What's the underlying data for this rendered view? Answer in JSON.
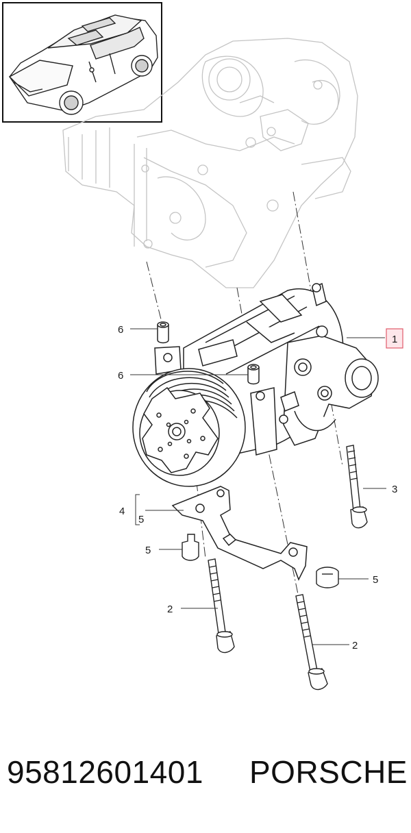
{
  "callouts": {
    "c1": "1",
    "c2a": "2",
    "c2b": "2",
    "c3": "3",
    "c4": "4",
    "c5a": "5",
    "c5b": "5",
    "c5c": "5",
    "c6a": "6",
    "c6b": "6"
  },
  "footer": {
    "part_number": "95812601401",
    "brand": "PORSCHE"
  },
  "colors": {
    "highlight_border": "#e05a6a",
    "highlight_fill": "#fde6ea",
    "ghost_lines": "#bdbdbd",
    "part_lines": "#222222"
  }
}
